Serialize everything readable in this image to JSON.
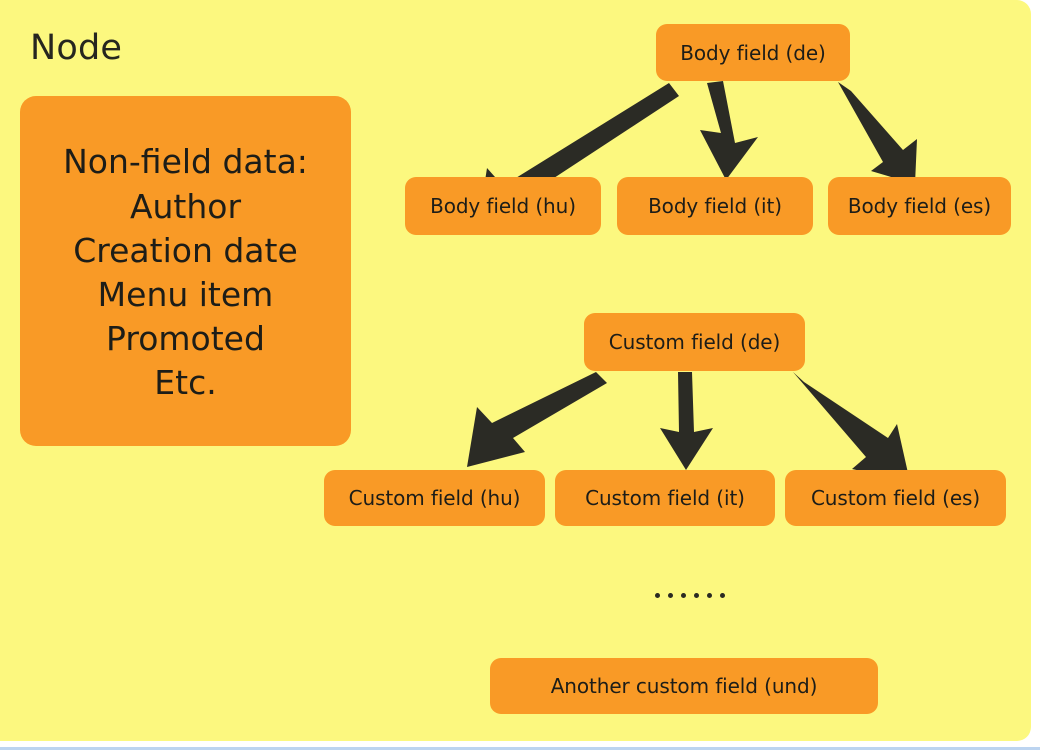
{
  "diagram": {
    "title": "Node",
    "background_color": "#fcf87f",
    "node_color": "#f99a26",
    "arrow_color": "#2b2b25",
    "text_color": "#1d1d18"
  },
  "non_field_panel": {
    "lines": [
      "Non-field data:",
      "Author",
      "Creation date",
      "Menu item",
      "Promoted",
      "Etc."
    ]
  },
  "body_field": {
    "source": {
      "label": "Body field (de)"
    },
    "translations": [
      {
        "label": "Body field (hu)"
      },
      {
        "label": "Body field (it)"
      },
      {
        "label": "Body field (es)"
      }
    ]
  },
  "custom_field": {
    "source": {
      "label": "Custom field (de)"
    },
    "translations": [
      {
        "label": "Custom field (hu)"
      },
      {
        "label": "Custom field (it)"
      },
      {
        "label": "Custom field (es)"
      }
    ]
  },
  "ellipsis": {
    "dot_count": 6
  },
  "other_field": {
    "label": "Another custom field (und)"
  }
}
